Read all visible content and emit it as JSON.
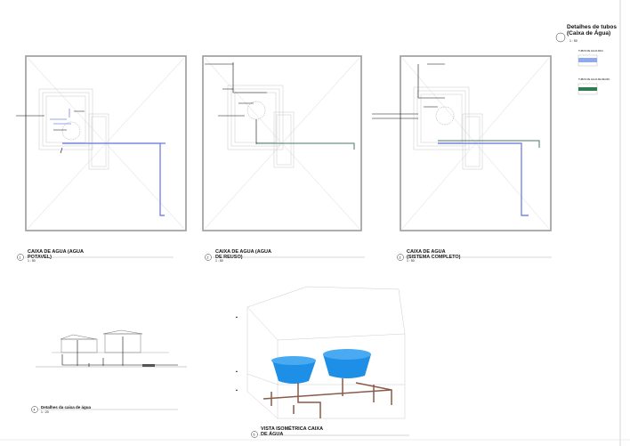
{
  "legend": {
    "title": "Detalhes de tubos (Caixa de Água)",
    "scale": "1 : 50",
    "items": [
      {
        "label": "TUBOS DE AGUA FRIA",
        "color": "#8fa8ee"
      },
      {
        "label": "TUBOS DE AGUA DE REUSO",
        "color": "#2e7d4f"
      }
    ]
  },
  "views": [
    {
      "number": "1",
      "title_line1": "CAIXA DE AGUA  (AGUA",
      "title_line2": "POTAVEL)",
      "scale": "1 : 50"
    },
    {
      "number": "2",
      "title_line1": "CAIXA DE AGUA  (AGUA",
      "title_line2": "DE REUSO)",
      "scale": "1 : 50"
    },
    {
      "number": "3",
      "title_line1": "CAIXA DE AGUA",
      "title_line2": "(SISTEMA COMPLETO)",
      "scale": "1 : 50"
    },
    {
      "number": "4",
      "title_line1": "Detalhes da caixa de água",
      "title_line2": "",
      "scale": "1 : 20"
    },
    {
      "number": "5",
      "title_line1": "VISTA ISOMÉTRICA CAIXA",
      "title_line2": "DE ÁGUA",
      "scale": ""
    }
  ],
  "colors": {
    "potable": "#7b86e0",
    "reuse": "#4a7a62",
    "tank": "#1e8fe6"
  }
}
